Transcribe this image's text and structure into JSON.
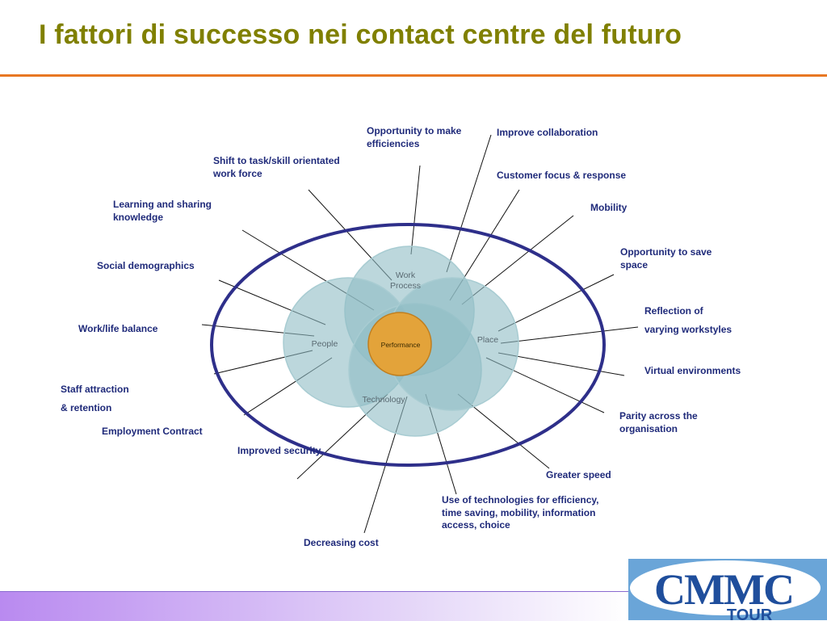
{
  "title": "I fattori di successo nei contact centre del futuro",
  "colors": {
    "title": "#808000",
    "rule": "#e87722",
    "label": "#1f2a7a",
    "ellipse": "#2e2f8a",
    "circle_fill": "#8fbcc4",
    "center_fill": "#e3a33a"
  },
  "diagram": {
    "center": "Performance",
    "circles": {
      "work_process": "Work Process",
      "people": "People",
      "place": "Place",
      "technology": "Technology"
    },
    "labels": {
      "opportunity_efficiencies": [
        "Opportunity to make",
        "efficiencies"
      ],
      "improve_collaboration": [
        "Improve collaboration"
      ],
      "shift_task": [
        "Shift to task/skill orientated",
        "work force"
      ],
      "customer_focus": [
        "Customer focus & response"
      ],
      "learning_sharing": [
        "Learning and sharing",
        "knowledge"
      ],
      "mobility": [
        "Mobility"
      ],
      "opportunity_space": [
        "Opportunity to save",
        "space"
      ],
      "social_demographics": [
        "Social demographics"
      ],
      "reflection": [
        "Reflection of",
        "varying workstyles"
      ],
      "work_life": [
        "Work/life balance"
      ],
      "virtual_env": [
        "Virtual environments"
      ],
      "staff_attraction": [
        "Staff attraction",
        "& retention"
      ],
      "parity": [
        "Parity across the",
        "organisation"
      ],
      "employment_contract": [
        "Employment Contract"
      ],
      "improved_security": [
        "Improved security"
      ],
      "greater_speed": [
        "Greater speed"
      ],
      "use_technologies": [
        "Use of technologies for efficiency,",
        "time saving, mobility, information",
        "access, choice"
      ],
      "decreasing_cost": [
        "Decreasing cost"
      ]
    }
  },
  "logo": {
    "line1": "CMMC",
    "line2": "TOUR"
  }
}
